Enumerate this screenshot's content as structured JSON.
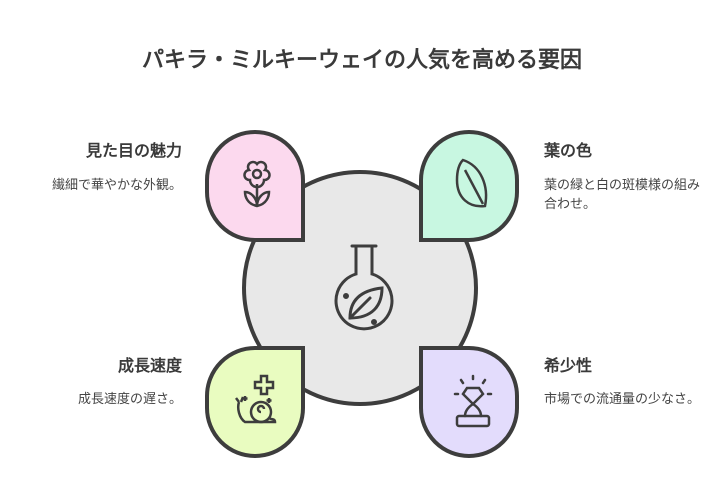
{
  "title": "パキラ・ミルキーウェイの人気を高める要因",
  "center_icon": "flask-leaf-icon",
  "factors": [
    {
      "heading": "見た目の魅力",
      "description": "繊細で華やかな外観。",
      "icon": "flower-icon",
      "color": "#fcd9ee"
    },
    {
      "heading": "葉の色",
      "description": "葉の緑と白の斑模様の組み合わせ。",
      "icon": "leaf-icon",
      "color": "#c8f7e1"
    },
    {
      "heading": "成長速度",
      "description": "成長速度の遅さ。",
      "icon": "snail-icon",
      "color": "#e9fcc0"
    },
    {
      "heading": "希少性",
      "description": "市場での流通量の少なさ。",
      "icon": "diamond-icon",
      "color": "#e3dcfc"
    }
  ]
}
